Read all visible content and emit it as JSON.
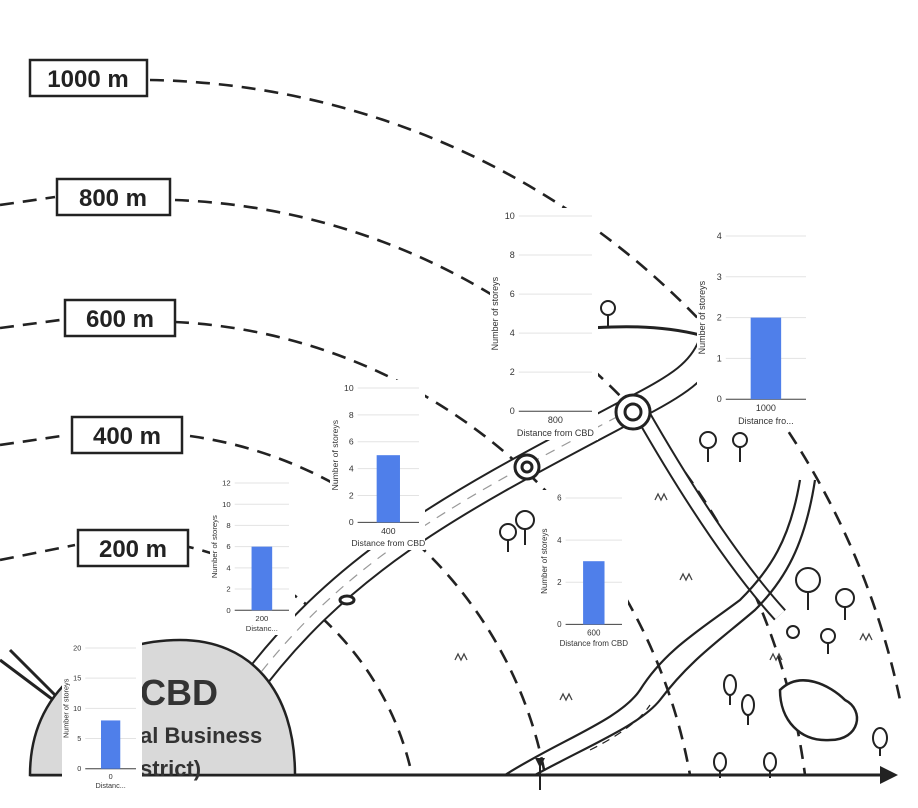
{
  "distance_labels": [
    "1000 m",
    "800 m",
    "600 m",
    "400 m",
    "200 m"
  ],
  "cbd": {
    "line1": "CBD",
    "line2": "al Business",
    "line3": "strict)"
  },
  "colors": {
    "bar": "#4f7fea",
    "ink": "#222222",
    "grid": "#e3e3e3"
  },
  "chart_data": [
    {
      "type": "bar",
      "categories": [
        "0"
      ],
      "values": [
        8
      ],
      "ylim": [
        0,
        20
      ],
      "yticks": [
        0,
        5,
        10,
        15,
        20
      ],
      "ylabel": "Number of storeys",
      "xlabel": "Distanc..."
    },
    {
      "type": "bar",
      "categories": [
        "200"
      ],
      "values": [
        6
      ],
      "ylim": [
        0,
        12
      ],
      "yticks": [
        0,
        2,
        4,
        6,
        8,
        10,
        12
      ],
      "ylabel": "Number of storeys",
      "xlabel": "Distanc..."
    },
    {
      "type": "bar",
      "categories": [
        "400"
      ],
      "values": [
        5
      ],
      "ylim": [
        0,
        10
      ],
      "yticks": [
        0,
        2,
        4,
        6,
        8,
        10
      ],
      "ylabel": "Number of storeys",
      "xlabel": "Distance from CBD"
    },
    {
      "type": "bar",
      "categories": [
        "600"
      ],
      "values": [
        3
      ],
      "ylim": [
        0,
        6
      ],
      "yticks": [
        0,
        2,
        4,
        6
      ],
      "ylabel": "Number of storeys",
      "xlabel": "Distance from CBD"
    },
    {
      "type": "bar",
      "categories": [
        "800"
      ],
      "values": [
        0
      ],
      "ylim": [
        0,
        10
      ],
      "yticks": [
        0,
        2,
        4,
        6,
        8,
        10
      ],
      "ylabel": "Number of storeys",
      "xlabel": "Distance from CBD"
    },
    {
      "type": "bar",
      "categories": [
        "1000"
      ],
      "values": [
        2
      ],
      "ylim": [
        0,
        4
      ],
      "yticks": [
        0,
        1,
        2,
        3,
        4
      ],
      "ylabel": "Number of storeys",
      "xlabel": "Distance fro..."
    }
  ]
}
